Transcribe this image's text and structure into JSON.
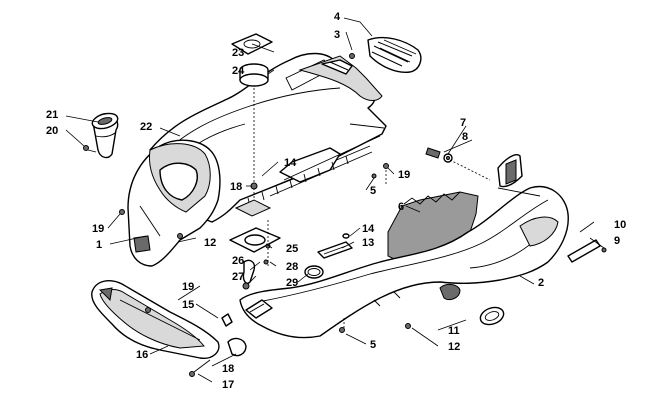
{
  "callouts": [
    {
      "id": "c1",
      "text": "1"
    },
    {
      "id": "c2",
      "text": "2"
    },
    {
      "id": "c3",
      "text": "3"
    },
    {
      "id": "c4",
      "text": "4"
    },
    {
      "id": "c5a",
      "text": "5"
    },
    {
      "id": "c5b",
      "text": "5"
    },
    {
      "id": "c6",
      "text": "6"
    },
    {
      "id": "c7",
      "text": "7"
    },
    {
      "id": "c8",
      "text": "8"
    },
    {
      "id": "c9",
      "text": "9"
    },
    {
      "id": "c10",
      "text": "10"
    },
    {
      "id": "c11",
      "text": "11"
    },
    {
      "id": "c12a",
      "text": "12"
    },
    {
      "id": "c12b",
      "text": "12"
    },
    {
      "id": "c13",
      "text": "13"
    },
    {
      "id": "c14a",
      "text": "14"
    },
    {
      "id": "c14b",
      "text": "14"
    },
    {
      "id": "c15",
      "text": "15"
    },
    {
      "id": "c16",
      "text": "16"
    },
    {
      "id": "c17",
      "text": "17"
    },
    {
      "id": "c18a",
      "text": "18"
    },
    {
      "id": "c18b",
      "text": "18"
    },
    {
      "id": "c19a",
      "text": "19"
    },
    {
      "id": "c19b",
      "text": "19"
    },
    {
      "id": "c19c",
      "text": "19"
    },
    {
      "id": "c20",
      "text": "20"
    },
    {
      "id": "c21",
      "text": "21"
    },
    {
      "id": "c22",
      "text": "22"
    },
    {
      "id": "c23",
      "text": "23"
    },
    {
      "id": "c24",
      "text": "24"
    },
    {
      "id": "c25",
      "text": "25"
    },
    {
      "id": "c26",
      "text": "26"
    },
    {
      "id": "c27",
      "text": "27"
    },
    {
      "id": "c28",
      "text": "28"
    },
    {
      "id": "c29",
      "text": "29"
    }
  ]
}
